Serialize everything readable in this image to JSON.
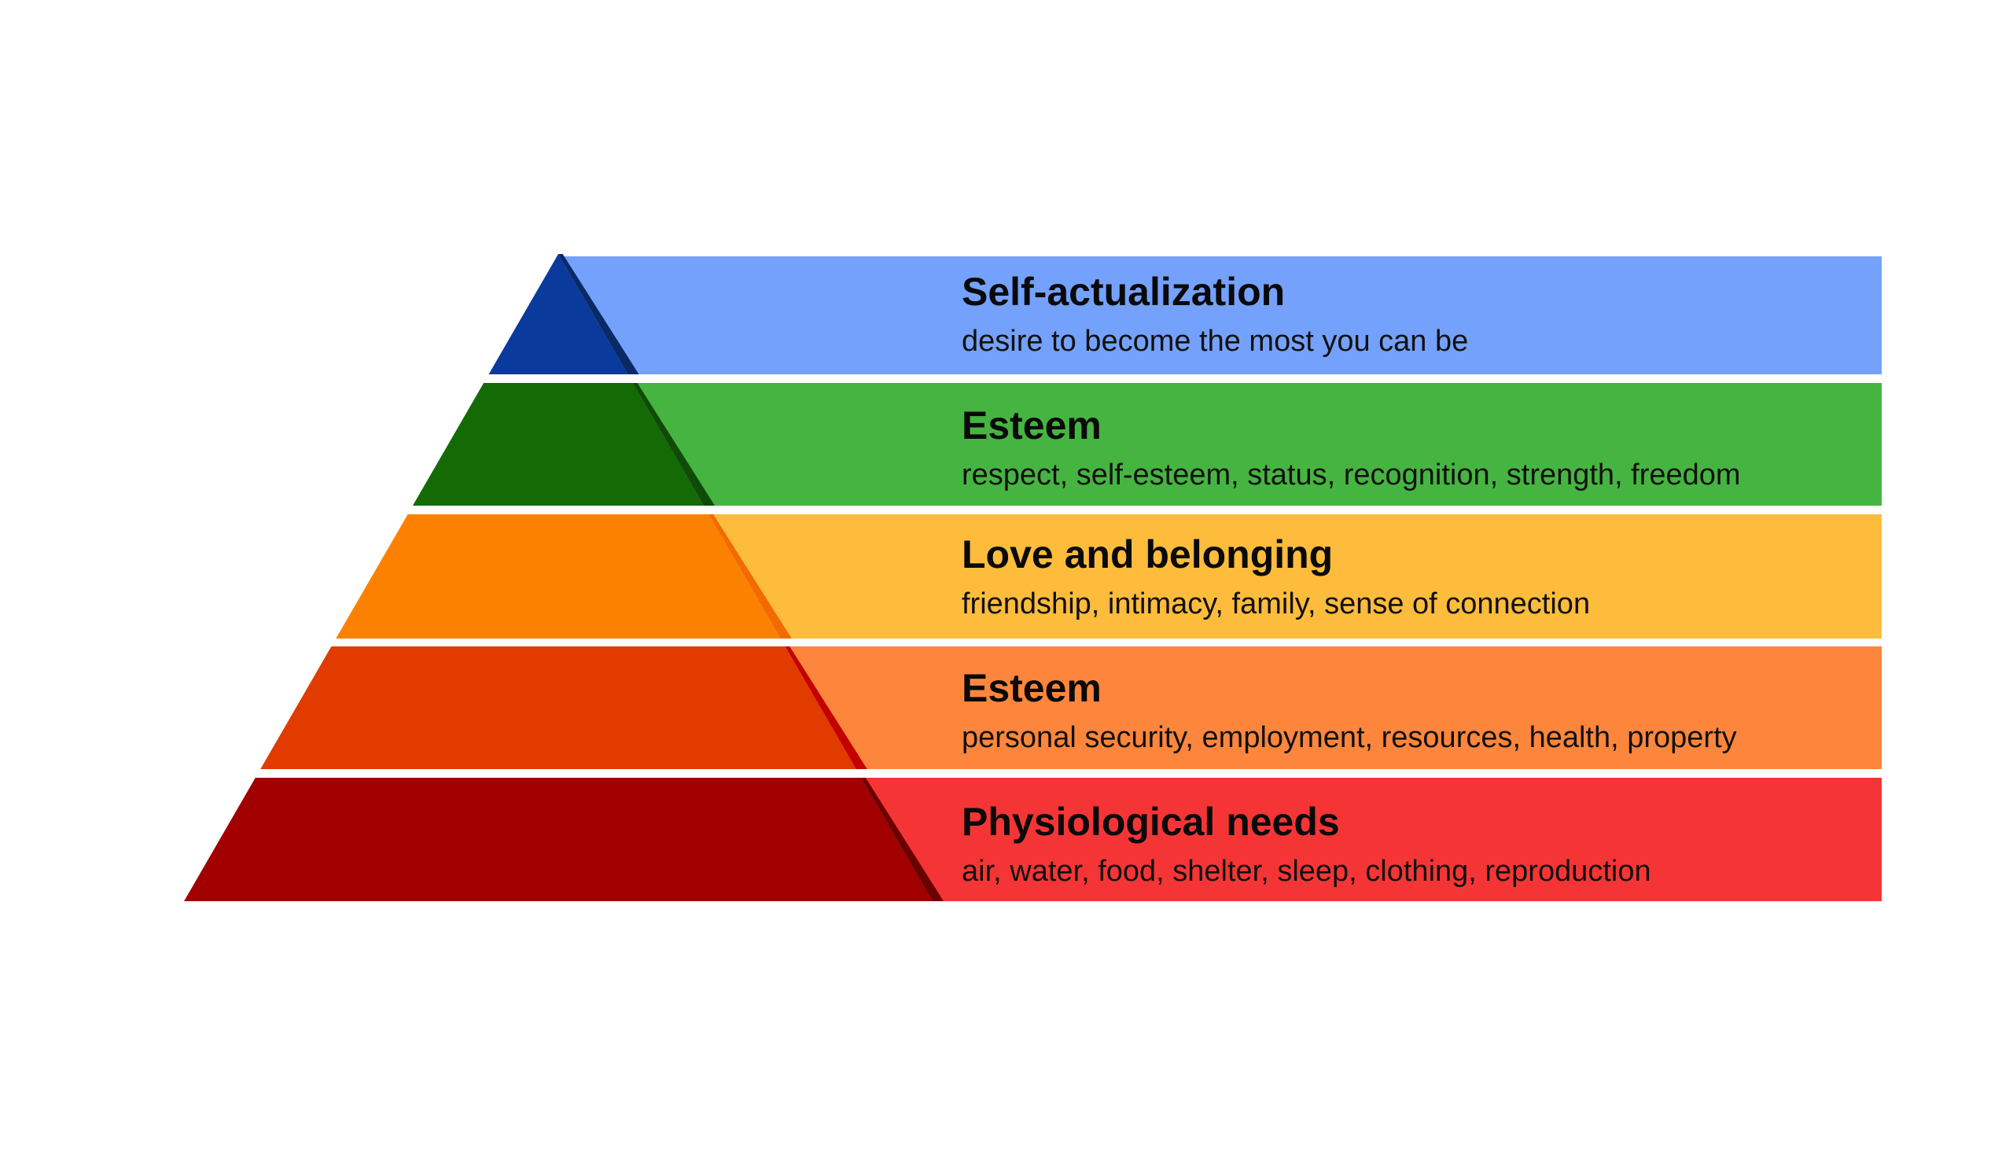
{
  "tiers": [
    {
      "title": "Self-actualization",
      "description": "desire to become the most you can be",
      "band_color": "#74a1fb",
      "triangle_color": "#0a3a9c",
      "edge_color": "#0a2a66"
    },
    {
      "title": "Esteem",
      "description": "respect, self-esteem, status, recognition, strength, freedom",
      "band_color": "#46b441",
      "triangle_color": "#146a04",
      "edge_color": "#0e4b08"
    },
    {
      "title": "Love and belonging",
      "description": "friendship, intimacy, family, sense of connection",
      "band_color": "#fdbc3c",
      "triangle_color": "#fd8100",
      "edge_color": "#f26a00"
    },
    {
      "title": "Esteem",
      "description": "personal security, employment, resources, health, property",
      "band_color": "#fe863c",
      "triangle_color": "#e13b00",
      "edge_color": "#c40000"
    },
    {
      "title": "Physiological needs",
      "description": "air, water, food, shelter, sleep, clothing, reproduction",
      "band_color": "#f53535",
      "triangle_color": "#a20000",
      "edge_color": "#6a0000"
    }
  ]
}
